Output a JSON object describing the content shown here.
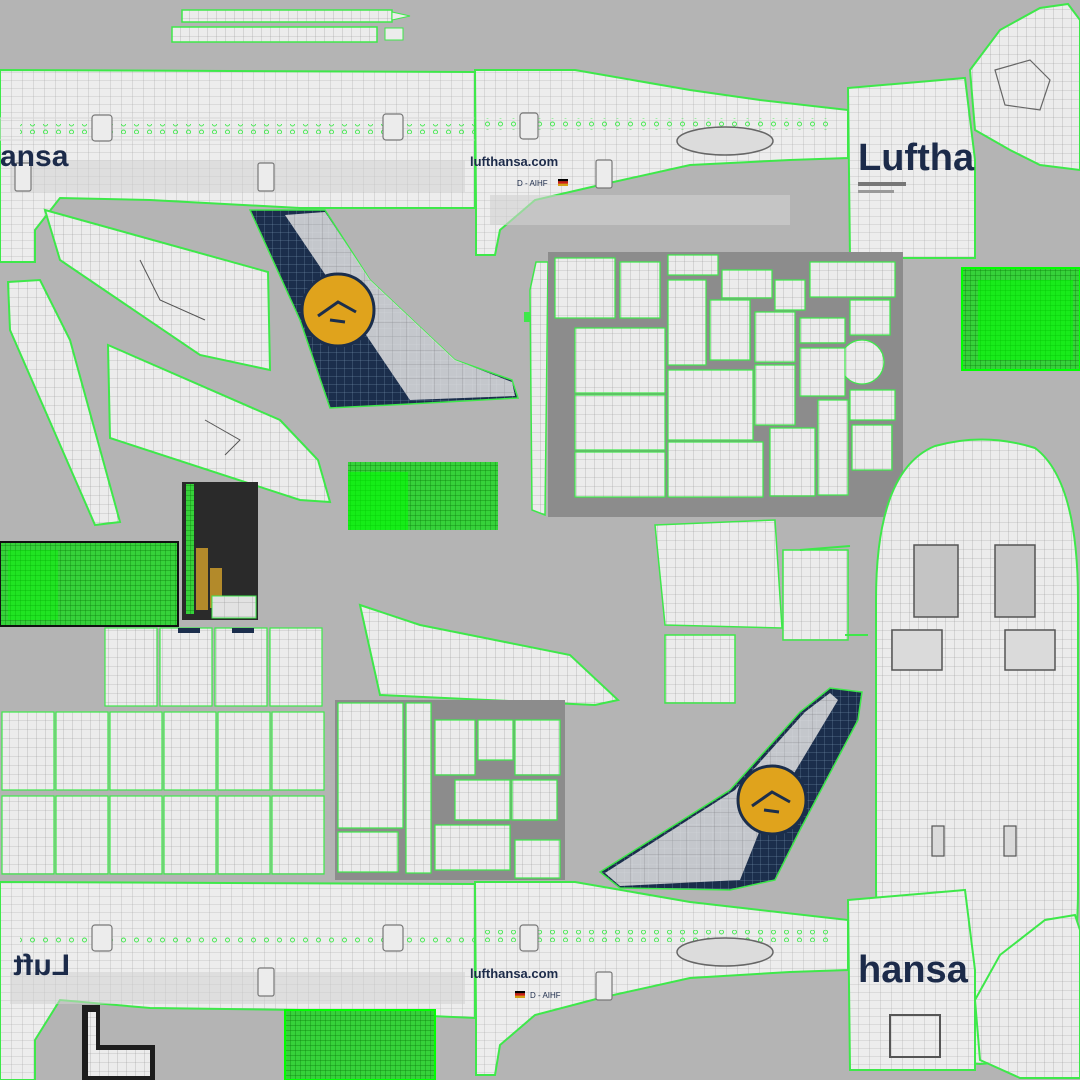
{
  "texture": {
    "colors": {
      "background": "#b4b4b4",
      "shell": "#ececec",
      "shell_dark": "#d0d0d0",
      "wire": "#ffffff",
      "seam": "#3ee84a",
      "seam_bright": "#00ff00",
      "tail_blue": "#1b2e4c",
      "logo_yellow": "#e0a31c",
      "text_navy": "#1c2b4a",
      "gear_dark": "#6f6f6f"
    },
    "labels": {
      "fuselage_left_partial": "ansa",
      "fuselage_left_url": "lufthansa.com",
      "fuselage_left_reg": "D - AIHF",
      "nose_left_word": "Luftha",
      "fuselage_right_partial": "Luft",
      "fuselage_right_url": "lufthansa.com",
      "fuselage_right_reg": "D - AIHF",
      "nose_right_word": "hansa"
    }
  }
}
